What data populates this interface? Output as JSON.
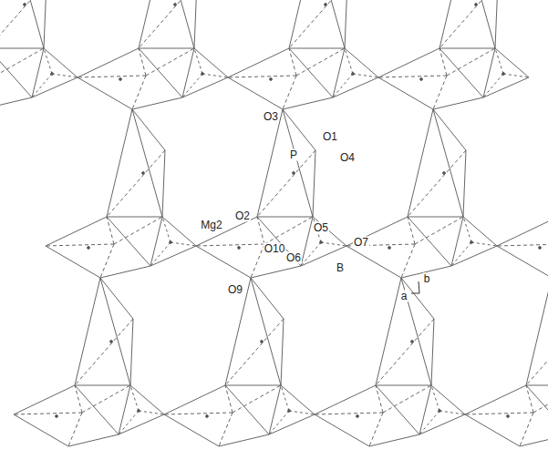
{
  "diagram": {
    "labels": [
      "O3",
      "O1",
      "P",
      "O4",
      "O2",
      "Mg2",
      "O5",
      "O7",
      "O10",
      "O6",
      "O9",
      "B",
      "b",
      "a"
    ]
  }
}
